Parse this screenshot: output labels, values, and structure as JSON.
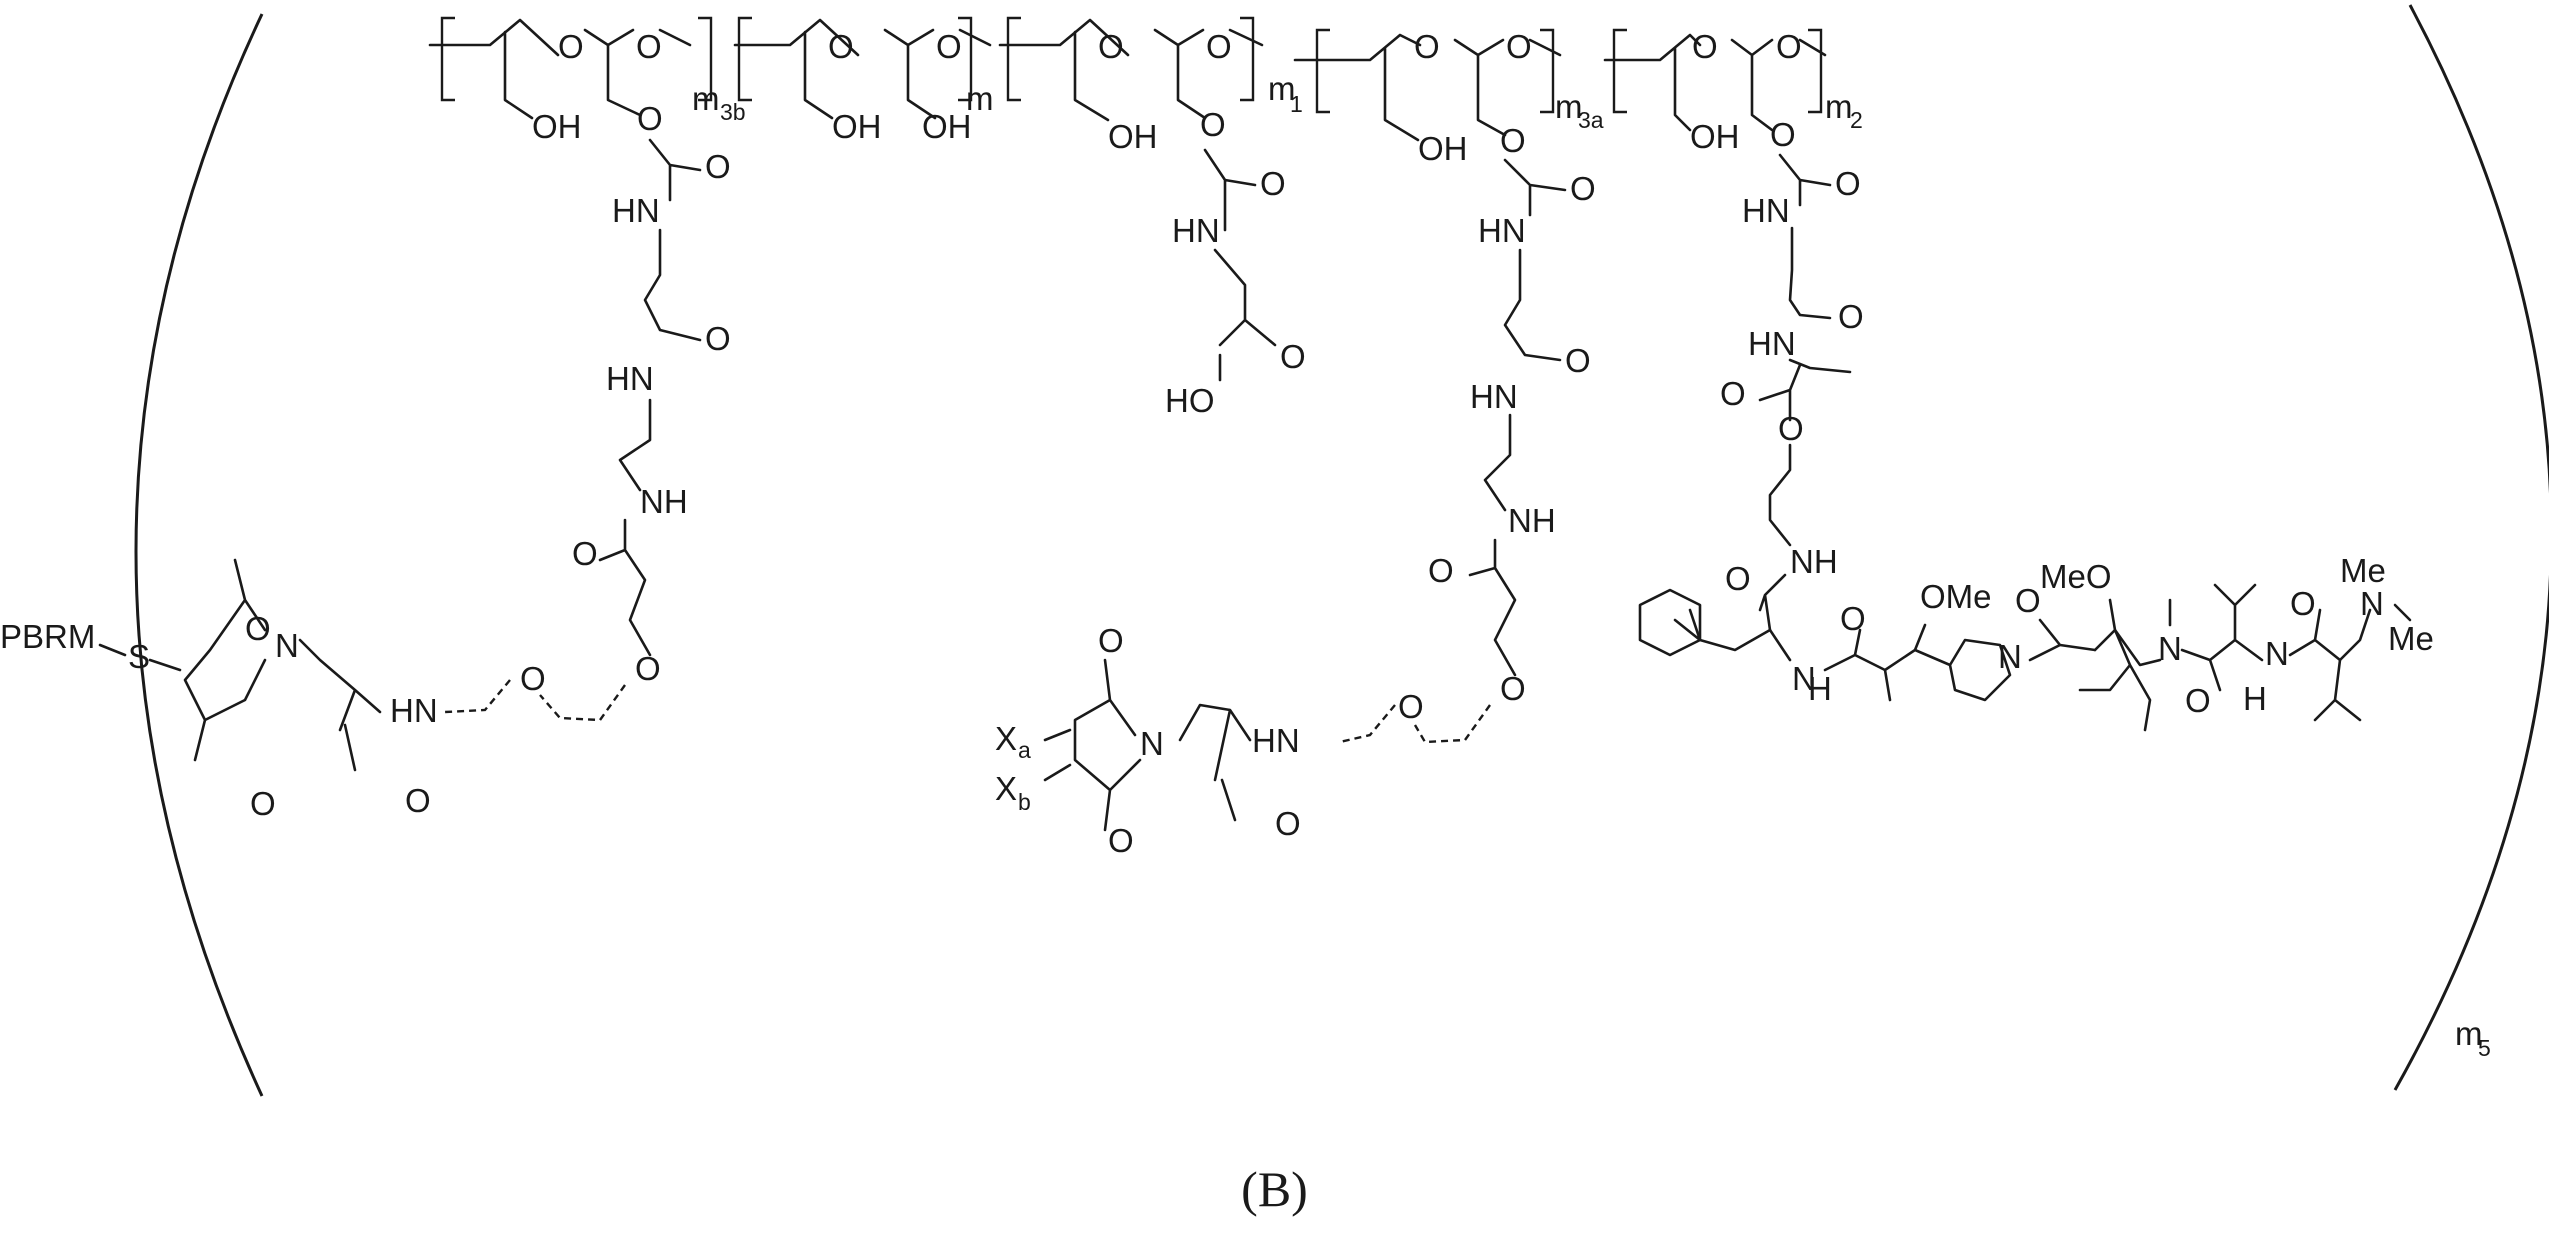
{
  "figure_label": "(B)",
  "labels": {
    "PBRM": "PBRM",
    "S": "S",
    "O": "O",
    "OH": "OH",
    "HO": "HO",
    "HN": "HN",
    "NH": "NH",
    "N": "N",
    "H": "H",
    "OMe": "OMe",
    "MeO": "MeO",
    "Me": "Me",
    "X": "X",
    "a": "a",
    "b": "b",
    "m": "m",
    "sub_3b": "3b",
    "sub_1": "1",
    "sub_3a": "3a",
    "sub_2": "2",
    "sub_5": "5"
  }
}
